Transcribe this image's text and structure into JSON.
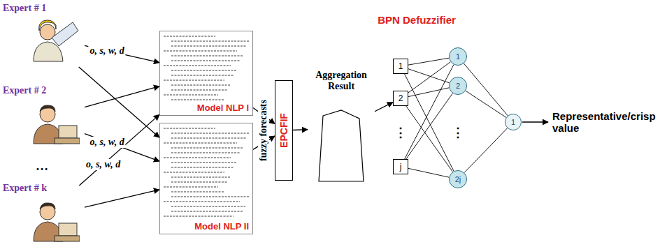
{
  "diagram": {
    "nodes": [
      {
        "text": [
          "Expert # 1"
        ]
      },
      {
        "text": [
          "Expert # 2"
        ]
      },
      {
        "text": [
          "Expert # k"
        ]
      },
      {
        "text": [
          "Model NLP I"
        ]
      },
      {
        "text": [
          "Model NLP II"
        ]
      },
      {
        "text": [
          "EPCFIF"
        ]
      },
      {
        "text": [
          "Aggregation Result"
        ]
      },
      {
        "text": [
          "1"
        ]
      },
      {
        "text": [
          "2"
        ]
      },
      {
        "text": [
          "j"
        ]
      },
      {
        "text": [
          "1"
        ]
      },
      {
        "text": [
          "2"
        ]
      },
      {
        "text": [
          "2j"
        ]
      },
      {
        "text": [
          "1"
        ]
      }
    ],
    "edges": [
      {
        "from": 0,
        "to": 3,
        "arrow": "to",
        "label": "o, s, w, d"
      },
      {
        "from": 0,
        "to": 4,
        "arrow": "to"
      },
      {
        "from": 1,
        "to": 4,
        "arrow": "to",
        "label": "o, s, w, d"
      },
      {
        "from": 1,
        "to": 3,
        "arrow": "to"
      },
      {
        "from": 2,
        "to": 3,
        "arrow": "to",
        "label": "o, s, w, d"
      },
      {
        "from": 2,
        "to": 4,
        "arrow": "to"
      },
      {
        "from": 3,
        "to": 5,
        "arrow": "to"
      },
      {
        "from": 4,
        "to": 5,
        "arrow": "to"
      },
      {
        "from": 5,
        "to": 6,
        "arrow": "to"
      },
      {
        "from": 6,
        "to": 8,
        "arrow": "to"
      },
      {
        "from": 7,
        "to": 10,
        "arrow": "none"
      },
      {
        "from": 7,
        "to": 11,
        "arrow": "none"
      },
      {
        "from": 7,
        "to": 12,
        "arrow": "none"
      },
      {
        "from": 8,
        "to": 10,
        "arrow": "none"
      },
      {
        "from": 8,
        "to": 11,
        "arrow": "none"
      },
      {
        "from": 8,
        "to": 12,
        "arrow": "none"
      },
      {
        "from": 9,
        "to": 10,
        "arrow": "none"
      },
      {
        "from": 9,
        "to": 11,
        "arrow": "none"
      },
      {
        "from": 9,
        "to": 12,
        "arrow": "none"
      },
      {
        "from": 10,
        "to": 13,
        "arrow": "none"
      },
      {
        "from": 11,
        "to": 13,
        "arrow": "none"
      },
      {
        "from": 12,
        "to": 13,
        "arrow": "none"
      }
    ],
    "labels": [
      "…",
      "fuzzy forecasts",
      "BPN Defuzzifier",
      "⋮",
      "⋮",
      "Representative/crisp value"
    ]
  }
}
